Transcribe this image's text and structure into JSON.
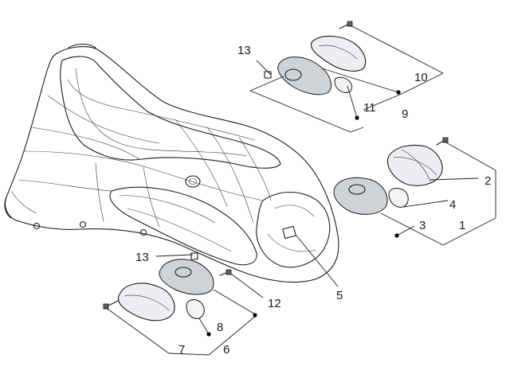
{
  "callouts": [
    {
      "id": "13a",
      "label": "13"
    },
    {
      "id": "10",
      "label": "10"
    },
    {
      "id": "11",
      "label": "11"
    },
    {
      "id": "9",
      "label": "9"
    },
    {
      "id": "2",
      "label": "2"
    },
    {
      "id": "4",
      "label": "4"
    },
    {
      "id": "3",
      "label": "3"
    },
    {
      "id": "1",
      "label": "1"
    },
    {
      "id": "5",
      "label": "5"
    },
    {
      "id": "13b",
      "label": "13"
    },
    {
      "id": "12",
      "label": "12"
    },
    {
      "id": "8",
      "label": "8"
    },
    {
      "id": "7",
      "label": "7"
    },
    {
      "id": "6",
      "label": "6"
    }
  ]
}
